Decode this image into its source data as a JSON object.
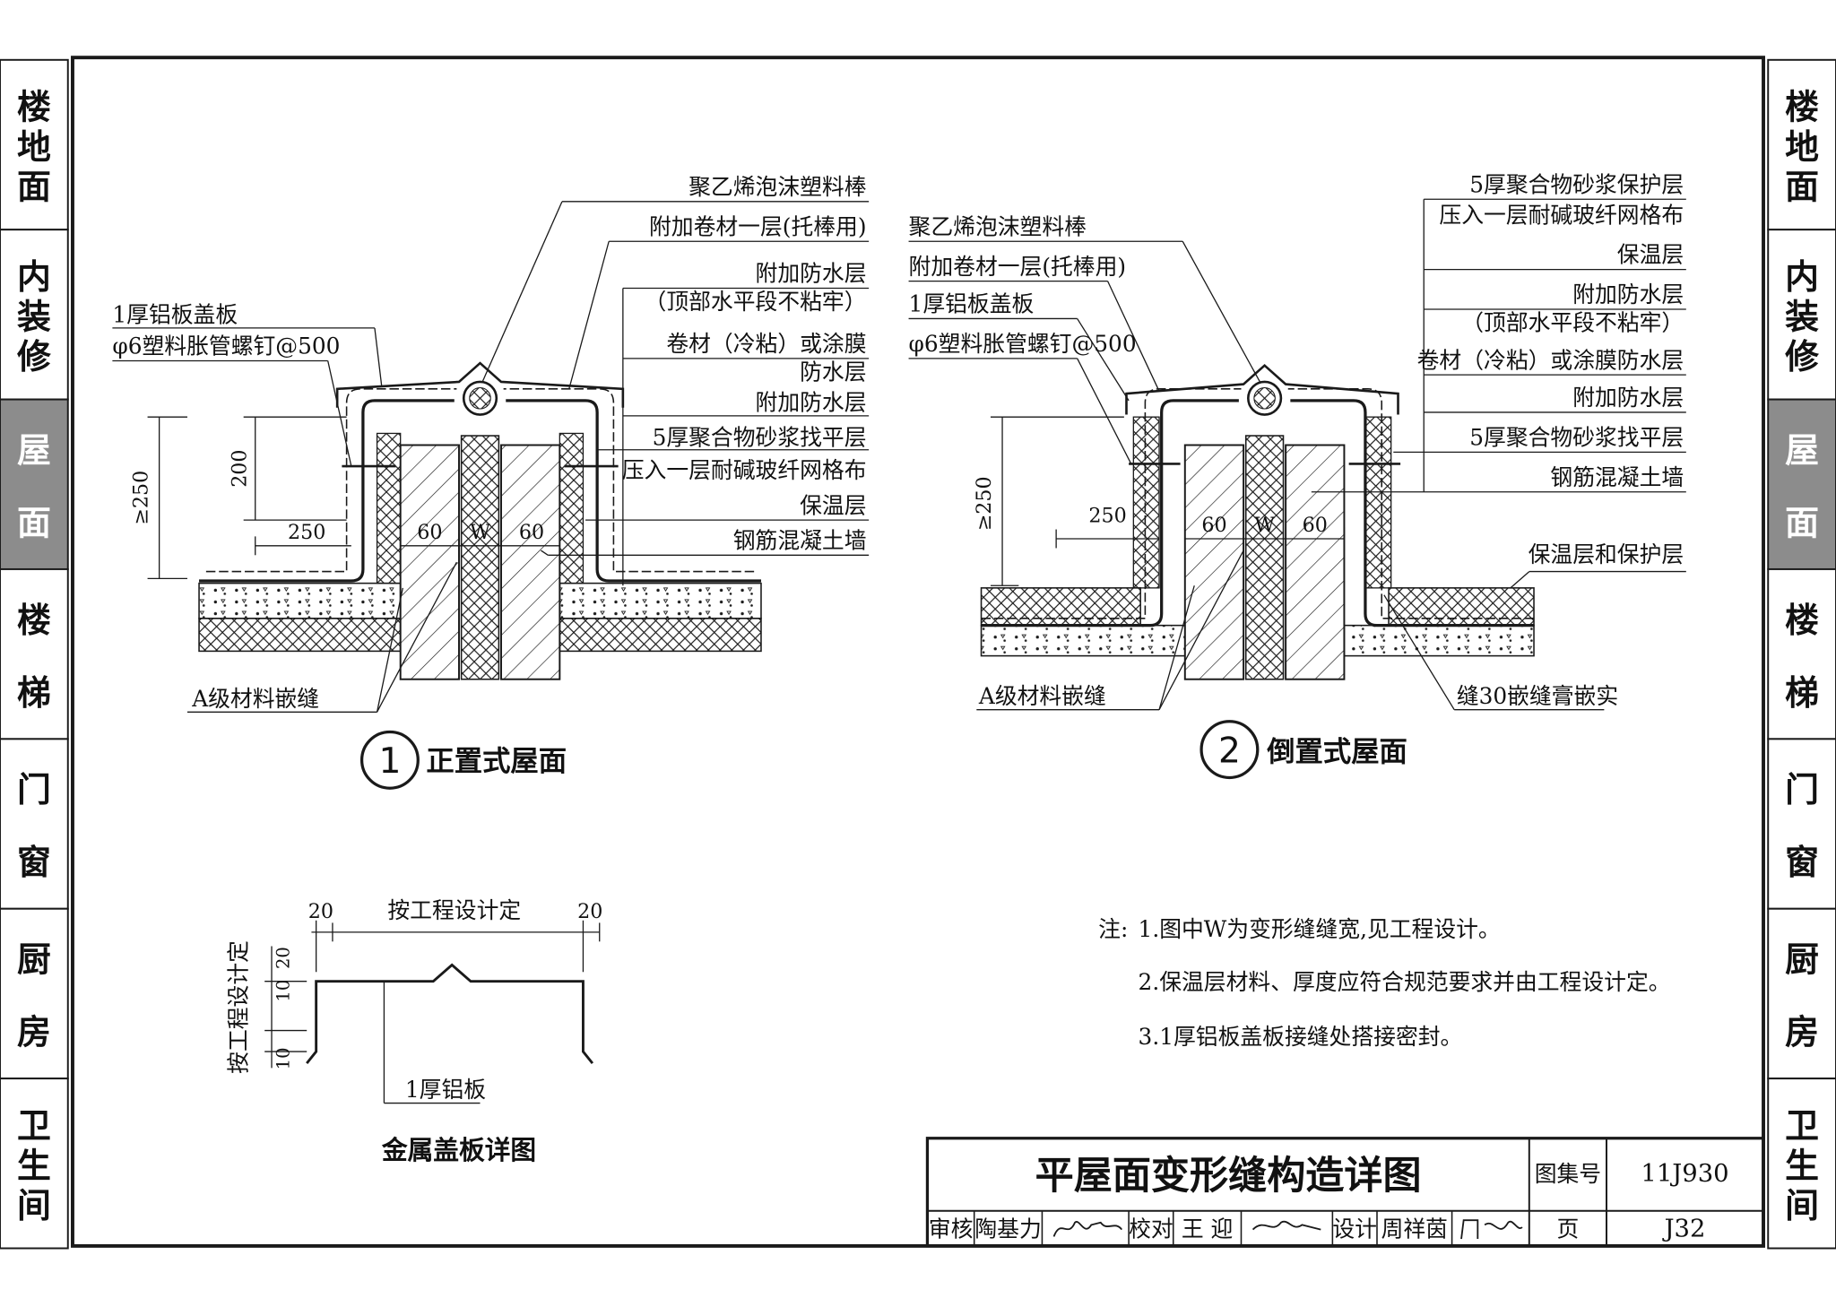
{
  "side_tabs": [
    {
      "label": "楼地面",
      "active": false
    },
    {
      "label": "内装修",
      "active": false
    },
    {
      "label": "屋面",
      "active": true
    },
    {
      "label": "楼梯",
      "active": false
    },
    {
      "label": "门窗",
      "active": false
    },
    {
      "label": "厨房",
      "active": false
    },
    {
      "label": "卫生间",
      "active": false
    }
  ],
  "detail1": {
    "number": "1",
    "title": "正置式屋面",
    "callouts": [
      "聚乙烯泡沫塑料棒",
      "附加卷材一层(托棒用)",
      "附加防水层",
      "（顶部水平段不粘牢）",
      "卷材（冷粘）或涂膜",
      "防水层",
      "附加防水层",
      "5厚聚合物砂浆找平层",
      "压入一层耐碱玻纤网格布",
      "保温层",
      "钢筋混凝土墙"
    ],
    "left_callouts": [
      "1厚铝板盖板",
      "φ6塑料胀管螺钉@500"
    ],
    "bottom_callout": "A级材料嵌缝",
    "dims": {
      "total": "≥250",
      "upturn": "200",
      "flat": "250",
      "left_wall": "60",
      "joint": "W",
      "right_wall": "60"
    }
  },
  "detail2": {
    "number": "2",
    "title": "倒置式屋面",
    "callouts": [
      "5厚聚合物砂浆保护层",
      "压入一层耐碱玻纤网格布",
      "保温层",
      "附加防水层",
      "（顶部水平段不粘牢）",
      "卷材（冷粘）或涂膜防水层",
      "附加防水层",
      "5厚聚合物砂浆找平层",
      "钢筋混凝土墙",
      "保温层和保护层"
    ],
    "left_callouts": [
      "聚乙烯泡沫塑料棒",
      "附加卷材一层(托棒用)",
      "1厚铝板盖板",
      "φ6塑料胀管螺钉@500"
    ],
    "bottom_callouts": [
      "A级材料嵌缝",
      "缝30嵌缝膏嵌实"
    ],
    "dims": {
      "total": "≥250",
      "flat": "250",
      "left_wall": "60",
      "joint": "W",
      "right_wall": "60"
    }
  },
  "cover_detail": {
    "title": "金属盖板详图",
    "width_label": "按工程设计定",
    "edge_left": "20",
    "edge_right": "20",
    "height_label": "按工程设计定",
    "dim_top": "20",
    "dim_mid": "10",
    "dim_low": "10",
    "material": "1厚铝板"
  },
  "notes": {
    "prefix": "注:",
    "items": [
      "1.图中W为变形缝缝宽,见工程设计。",
      "2.保温层材料、厚度应符合规范要求并由工程设计定。",
      "3.1厚铝板盖板接缝处搭接密封。"
    ]
  },
  "title_block": {
    "title": "平屋面变形缝构造详图",
    "atlas_label": "图集号",
    "atlas_no": "11J930",
    "page_label": "页",
    "page_no": "J32",
    "review_label": "审核",
    "reviewer": "陶基力",
    "check_label": "校对",
    "checker": "王 迎",
    "design_label": "设计",
    "designer": "周祥茵"
  },
  "colors": {
    "ink": "#1a1a1a",
    "tab_active": "#8c8c8c",
    "tab_active_text": "#ffffff",
    "concrete_hatch": "#1a1a1a"
  }
}
